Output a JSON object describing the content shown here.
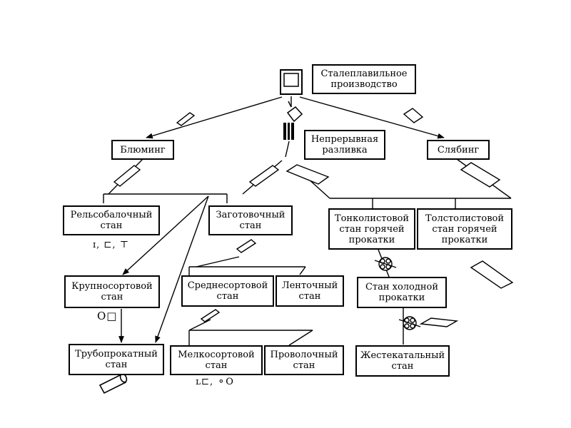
{
  "diagram": {
    "nodes": {
      "steel": {
        "line1": "Сталеплавильное",
        "line2": "производство"
      },
      "continuous_casting": {
        "line1": "Непрерывная",
        "line2": "разливка"
      },
      "blooming": {
        "line1": "Блюминг"
      },
      "slabbing": {
        "line1": "Слябинг"
      },
      "rail_beam": {
        "line1": "Рельсобалочный",
        "line2": "стан"
      },
      "billet": {
        "line1": "Заготовочный",
        "line2": "стан"
      },
      "thin_sheet_hot": {
        "line1": "Тонколистовой",
        "line2": "стан горячей",
        "line3": "прокатки"
      },
      "thick_sheet_hot": {
        "line1": "Толстолистовой",
        "line2": "стан горячей",
        "line3": "прокатки"
      },
      "large_section": {
        "line1": "Крупносортовой",
        "line2": "стан"
      },
      "medium_section": {
        "line1": "Среднесортовой",
        "line2": "стан"
      },
      "strip": {
        "line1": "Ленточный",
        "line2": "стан"
      },
      "cold_rolling": {
        "line1": "Стан холодной",
        "line2": "прокатки"
      },
      "pipe_rolling": {
        "line1": "Трубопрокатный",
        "line2": "стан"
      },
      "small_section": {
        "line1": "Мелкосортовой",
        "line2": "стан"
      },
      "wire": {
        "line1": "Проволочный",
        "line2": "стан"
      },
      "tin_rolling": {
        "line1": "Жестекатальный",
        "line2": "стан"
      }
    },
    "profile_labels": {
      "rail_beam": "ɪ, ⊏, ⊤",
      "large_section": "O□",
      "small_section": "ʟ⊏, ⚬O"
    },
    "icons": [
      "converter-icon",
      "ladle-icon",
      "casting-mold-icon",
      "bloom-billet-icon",
      "slab-icon",
      "sheet-icon",
      "roll-stand-icon",
      "pipe-icon"
    ],
    "line_color": "#000000"
  }
}
